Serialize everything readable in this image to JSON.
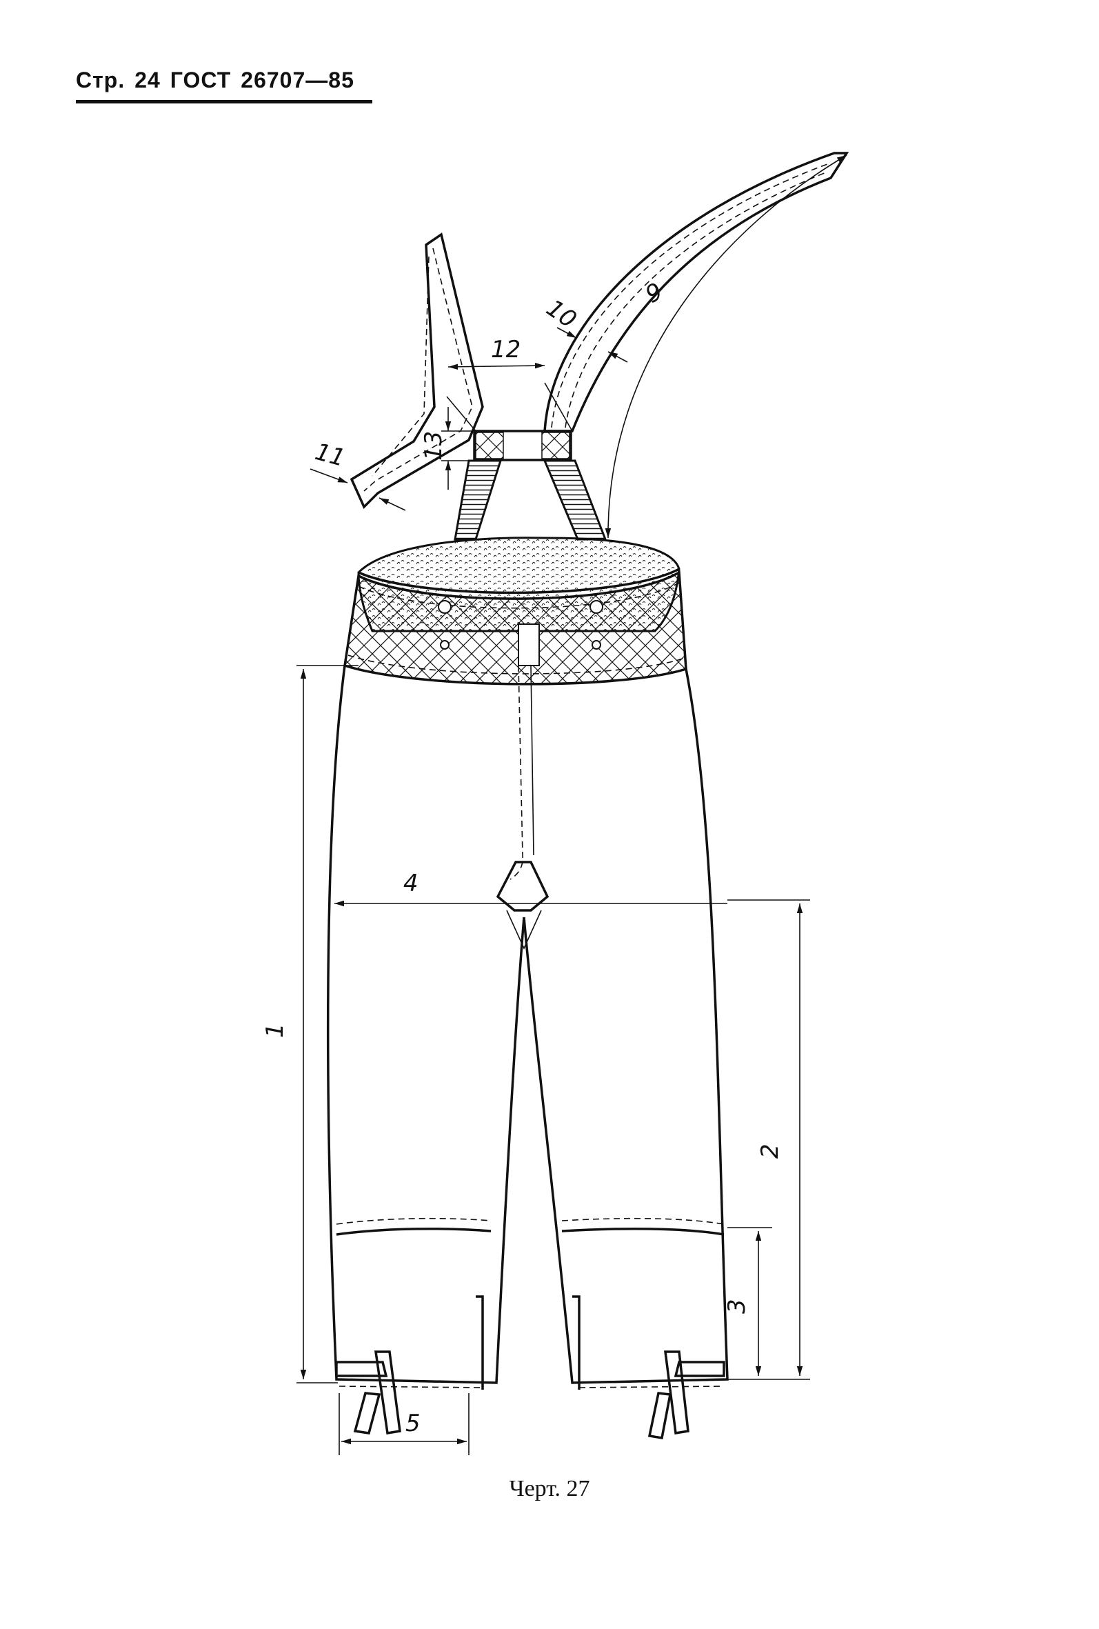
{
  "header": {
    "page_prefix": "Стр.",
    "page_number": "24",
    "standard": "ГОСТ",
    "standard_number": "26707—85"
  },
  "figure": {
    "caption": "Черт. 27",
    "dimension_labels": {
      "d1": "1",
      "d2": "2",
      "d3": "3",
      "d4": "4",
      "d5": "5",
      "d9": "9",
      "d10": "10",
      "d11": "11",
      "d12": "12",
      "d13": "13"
    }
  }
}
